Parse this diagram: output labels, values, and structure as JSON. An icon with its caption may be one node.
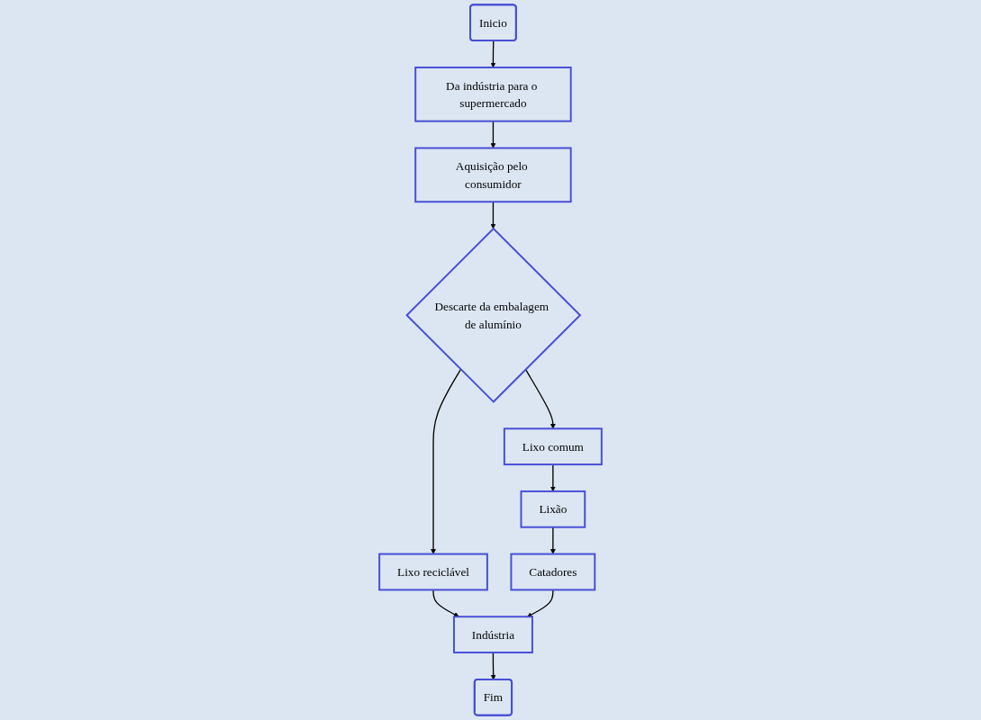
{
  "diagram": {
    "nodes": [
      {
        "text": [
          "Inicio"
        ]
      },
      {
        "text": [
          "Da indústria para o supermercado"
        ]
      },
      {
        "text": [
          "Aquisição pelo consumidor"
        ]
      },
      {
        "text": [
          "Descarte da embalagem de alumínio"
        ]
      },
      {
        "text": [
          "Lixo reciclável"
        ]
      },
      {
        "text": [
          "Lixo comum"
        ]
      },
      {
        "text": [
          "Indústria"
        ]
      },
      {
        "text": [
          "Lixão"
        ]
      },
      {
        "text": [
          "Fim"
        ]
      },
      {
        "text": [
          "Catadores"
        ]
      }
    ],
    "edges": [
      {
        "from": 0,
        "to": 1,
        "arrow": "to"
      },
      {
        "from": 1,
        "to": 2,
        "arrow": "to"
      },
      {
        "from": 2,
        "to": 3,
        "arrow": "to"
      },
      {
        "from": 3,
        "to": 4,
        "arrow": "to"
      },
      {
        "from": 3,
        "to": 5,
        "arrow": "to"
      },
      {
        "from": 4,
        "to": 6,
        "arrow": "to"
      },
      {
        "from": 6,
        "to": 8,
        "arrow": "to"
      },
      {
        "from": 5,
        "to": 7,
        "arrow": "to"
      },
      {
        "from": 7,
        "to": 9,
        "arrow": "to"
      },
      {
        "from": 9,
        "to": 6,
        "arrow": "to"
      }
    ]
  }
}
